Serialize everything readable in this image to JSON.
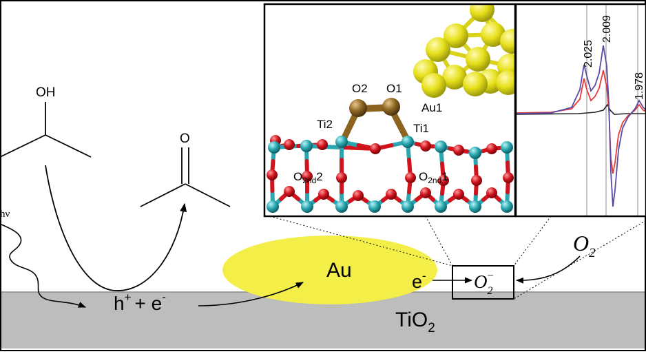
{
  "scheme": {
    "reactant_label": "OH",
    "product_label": "O",
    "light_label": "hν",
    "carriers": {
      "hole": "h",
      "hole_sup": "+",
      "plus": "+ e",
      "electron_sup": "-"
    },
    "gold_label": "Au",
    "support_label": "TiO",
    "support_sub": "2",
    "electron": {
      "base": "e",
      "sup": "-"
    },
    "oxygen": {
      "base": "O",
      "sub": "2"
    },
    "superoxide": {
      "base": "O",
      "sub": "2",
      "sup": "−"
    }
  },
  "structure_inset": {
    "labels": {
      "o2": "O2",
      "o1": "O1",
      "au1": "Au1",
      "ti2": "Ti2",
      "ti1": "Ti1",
      "o2nd2": {
        "base": "O",
        "sub": "2nd",
        "tail": "2"
      },
      "o2nd1": {
        "base": "O",
        "sub": "2nd",
        "tail": "1"
      }
    },
    "colors": {
      "ti": "#29a6b0",
      "o_lattice": "#d0131d",
      "o_adsorbed": "#8c6420",
      "au": "#e6e01e"
    }
  },
  "spectrum_inset": {
    "peak_labels": [
      "2.025",
      "2.009",
      "1.978"
    ],
    "colors": {
      "series_a": "#e53b3b",
      "series_b": "#5a4aa6",
      "series_c": "#222222"
    }
  }
}
